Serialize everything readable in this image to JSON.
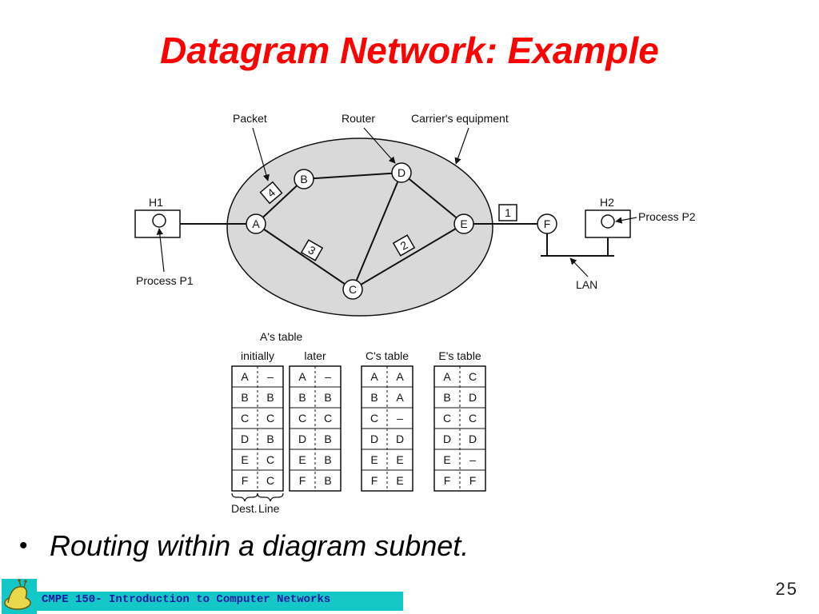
{
  "slide": {
    "title": "Datagram Network: Example",
    "bullet": "Routing within a diagram subnet.",
    "footer": "CMPE 150- Introduction to Computer Networks",
    "page_number": "25"
  },
  "diagram": {
    "labels": {
      "packet": "Packet",
      "router": "Router",
      "carrier": "Carrier's equipment",
      "h1": "H1",
      "h2": "H2",
      "process_p1": "Process P1",
      "process_p2": "Process P2",
      "lan": "LAN"
    },
    "routers": [
      "A",
      "B",
      "C",
      "D",
      "E",
      "F"
    ],
    "packets": [
      "1",
      "2",
      "3",
      "4"
    ]
  },
  "tables": {
    "a_table_title": "A's table",
    "dest_label": "Dest.",
    "line_label": "Line",
    "list": [
      {
        "title": "initially",
        "rows": [
          [
            "A",
            "–"
          ],
          [
            "B",
            "B"
          ],
          [
            "C",
            "C"
          ],
          [
            "D",
            "B"
          ],
          [
            "E",
            "C"
          ],
          [
            "F",
            "C"
          ]
        ]
      },
      {
        "title": "later",
        "rows": [
          [
            "A",
            "–"
          ],
          [
            "B",
            "B"
          ],
          [
            "C",
            "C"
          ],
          [
            "D",
            "B"
          ],
          [
            "E",
            "B"
          ],
          [
            "F",
            "B"
          ]
        ]
      },
      {
        "title": "C's table",
        "rows": [
          [
            "A",
            "A"
          ],
          [
            "B",
            "A"
          ],
          [
            "C",
            "–"
          ],
          [
            "D",
            "D"
          ],
          [
            "E",
            "E"
          ],
          [
            "F",
            "E"
          ]
        ]
      },
      {
        "title": "E's table",
        "rows": [
          [
            "A",
            "C"
          ],
          [
            "B",
            "D"
          ],
          [
            "C",
            "C"
          ],
          [
            "D",
            "D"
          ],
          [
            "E",
            "–"
          ],
          [
            "F",
            "F"
          ]
        ]
      }
    ]
  },
  "colors": {
    "title": "#ff0000",
    "subnet_fill": "#d9d9d9",
    "footer_strip": "#14c8c8",
    "footer_text": "#1a1aa0"
  }
}
